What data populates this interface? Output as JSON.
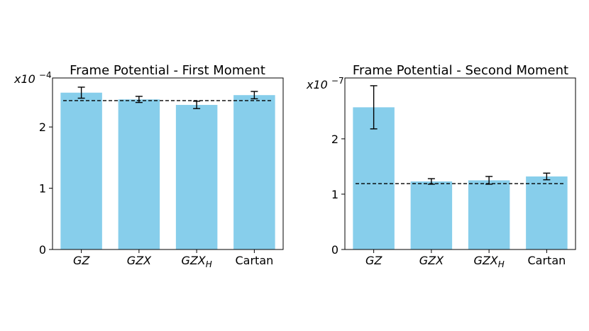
{
  "chart_data": [
    {
      "type": "bar",
      "title": "Frame Potential - First Moment",
      "categories": [
        "GZ",
        "GZX",
        "GZX_H",
        "Cartan"
      ],
      "category_labels": [
        {
          "main": "GZ",
          "sub": "",
          "italic": true
        },
        {
          "main": "GZX",
          "sub": "",
          "italic": true
        },
        {
          "main": "GZX",
          "sub": "H",
          "italic": true
        },
        {
          "main": "Cartan",
          "sub": "",
          "italic": false
        }
      ],
      "values": [
        2.56,
        2.45,
        2.36,
        2.52
      ],
      "errors": [
        0.09,
        0.05,
        0.06,
        0.06
      ],
      "reference_line": 2.43,
      "yticks": [
        0,
        1,
        2
      ],
      "ylim": [
        0,
        2.8
      ],
      "scale_base": "x10",
      "scale_exp": "−4",
      "xlabel": "",
      "ylabel": "",
      "bar_color": "#87CEEB",
      "grid": false
    },
    {
      "type": "bar",
      "title": "Frame Potential - Second Moment",
      "categories": [
        "GZ",
        "GZX",
        "GZX_H",
        "Cartan"
      ],
      "category_labels": [
        {
          "main": "GZ",
          "sub": "",
          "italic": true
        },
        {
          "main": "GZX",
          "sub": "",
          "italic": true
        },
        {
          "main": "GZX",
          "sub": "H",
          "italic": true
        },
        {
          "main": "Cartan",
          "sub": "",
          "italic": false
        }
      ],
      "values": [
        2.57,
        1.23,
        1.25,
        1.32
      ],
      "errors": [
        0.39,
        0.05,
        0.07,
        0.06
      ],
      "reference_line": 1.19,
      "yticks": [
        0,
        1,
        2
      ],
      "ylim": [
        0,
        3.1
      ],
      "scale_base": "x10",
      "scale_exp": "−7",
      "xlabel": "",
      "ylabel": "",
      "bar_color": "#87CEEB",
      "grid": false
    }
  ]
}
